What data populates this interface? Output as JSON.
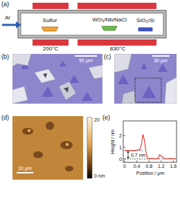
{
  "diagram": {
    "labels": [
      "(a)",
      "Ar",
      "Sulfur",
      "WO₃/Nb/NaCl",
      "SiO₂/Si",
      "200°C",
      "830°C",
      "(b)",
      "50 μm",
      "(c)",
      "30 μm",
      "(d)",
      "20",
      "0 nm",
      "10 μm",
      "(e)",
      "Height / nm",
      "0",
      "1",
      "2",
      "0",
      "0.4",
      "0.8",
      "1.2",
      "1.6",
      "Position / μm",
      "0.7 nm"
    ]
  }
}
